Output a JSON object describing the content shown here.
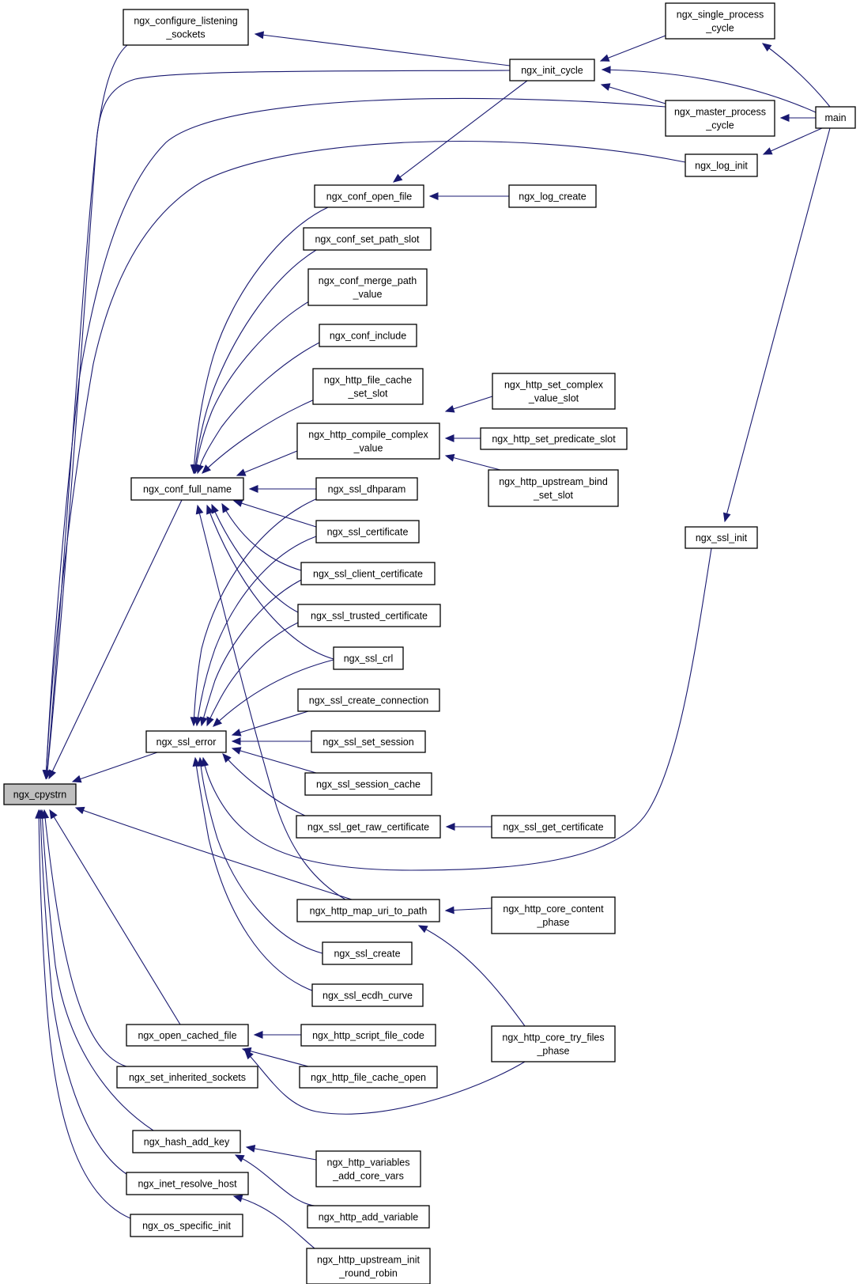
{
  "graph": {
    "colors": {
      "edge": "#191970",
      "node_fill": "#ffffff",
      "root_fill": "#bfbfbf",
      "border": "#000000"
    },
    "nodes": [
      {
        "id": "ngx_cpystrn",
        "lines": [
          "ngx_cpystrn"
        ],
        "root": true
      },
      {
        "id": "ngx_configure_listening_sockets",
        "lines": [
          "ngx_configure_listening",
          "_sockets"
        ]
      },
      {
        "id": "ngx_init_cycle",
        "lines": [
          "ngx_init_cycle"
        ]
      },
      {
        "id": "ngx_single_process_cycle",
        "lines": [
          "ngx_single_process",
          "_cycle"
        ]
      },
      {
        "id": "ngx_master_process_cycle",
        "lines": [
          "ngx_master_process",
          "_cycle"
        ]
      },
      {
        "id": "main",
        "lines": [
          "main"
        ]
      },
      {
        "id": "ngx_log_init",
        "lines": [
          "ngx_log_init"
        ]
      },
      {
        "id": "ngx_conf_open_file",
        "lines": [
          "ngx_conf_open_file"
        ]
      },
      {
        "id": "ngx_log_create",
        "lines": [
          "ngx_log_create"
        ]
      },
      {
        "id": "ngx_conf_set_path_slot",
        "lines": [
          "ngx_conf_set_path_slot"
        ]
      },
      {
        "id": "ngx_conf_merge_path_value",
        "lines": [
          "ngx_conf_merge_path",
          "_value"
        ]
      },
      {
        "id": "ngx_conf_include",
        "lines": [
          "ngx_conf_include"
        ]
      },
      {
        "id": "ngx_http_file_cache_set_slot",
        "lines": [
          "ngx_http_file_cache",
          "_set_slot"
        ]
      },
      {
        "id": "ngx_http_set_complex_value_slot",
        "lines": [
          "ngx_http_set_complex",
          "_value_slot"
        ]
      },
      {
        "id": "ngx_http_compile_complex_value",
        "lines": [
          "ngx_http_compile_complex",
          "_value"
        ]
      },
      {
        "id": "ngx_http_set_predicate_slot",
        "lines": [
          "ngx_http_set_predicate_slot"
        ]
      },
      {
        "id": "ngx_http_upstream_bind_set_slot",
        "lines": [
          "ngx_http_upstream_bind",
          "_set_slot"
        ]
      },
      {
        "id": "ngx_conf_full_name",
        "lines": [
          "ngx_conf_full_name"
        ]
      },
      {
        "id": "ngx_ssl_dhparam",
        "lines": [
          "ngx_ssl_dhparam"
        ]
      },
      {
        "id": "ngx_ssl_certificate",
        "lines": [
          "ngx_ssl_certificate"
        ]
      },
      {
        "id": "ngx_ssl_init",
        "lines": [
          "ngx_ssl_init"
        ]
      },
      {
        "id": "ngx_ssl_client_certificate",
        "lines": [
          "ngx_ssl_client_certificate"
        ]
      },
      {
        "id": "ngx_ssl_trusted_certificate",
        "lines": [
          "ngx_ssl_trusted_certificate"
        ]
      },
      {
        "id": "ngx_ssl_crl",
        "lines": [
          "ngx_ssl_crl"
        ]
      },
      {
        "id": "ngx_ssl_create_connection",
        "lines": [
          "ngx_ssl_create_connection"
        ]
      },
      {
        "id": "ngx_ssl_error",
        "lines": [
          "ngx_ssl_error"
        ]
      },
      {
        "id": "ngx_ssl_set_session",
        "lines": [
          "ngx_ssl_set_session"
        ]
      },
      {
        "id": "ngx_ssl_session_cache",
        "lines": [
          "ngx_ssl_session_cache"
        ]
      },
      {
        "id": "ngx_ssl_get_raw_certificate",
        "lines": [
          "ngx_ssl_get_raw_certificate"
        ]
      },
      {
        "id": "ngx_ssl_get_certificate",
        "lines": [
          "ngx_ssl_get_certificate"
        ]
      },
      {
        "id": "ngx_http_map_uri_to_path",
        "lines": [
          "ngx_http_map_uri_to_path"
        ]
      },
      {
        "id": "ngx_http_core_content_phase",
        "lines": [
          "ngx_http_core_content",
          "_phase"
        ]
      },
      {
        "id": "ngx_ssl_create",
        "lines": [
          "ngx_ssl_create"
        ]
      },
      {
        "id": "ngx_ssl_ecdh_curve",
        "lines": [
          "ngx_ssl_ecdh_curve"
        ]
      },
      {
        "id": "ngx_open_cached_file",
        "lines": [
          "ngx_open_cached_file"
        ]
      },
      {
        "id": "ngx_http_script_file_code",
        "lines": [
          "ngx_http_script_file_code"
        ]
      },
      {
        "id": "ngx_http_core_try_files_phase",
        "lines": [
          "ngx_http_core_try_files",
          "_phase"
        ]
      },
      {
        "id": "ngx_set_inherited_sockets",
        "lines": [
          "ngx_set_inherited_sockets"
        ]
      },
      {
        "id": "ngx_http_file_cache_open",
        "lines": [
          "ngx_http_file_cache_open"
        ]
      },
      {
        "id": "ngx_hash_add_key",
        "lines": [
          "ngx_hash_add_key"
        ]
      },
      {
        "id": "ngx_http_variables_add_core_vars",
        "lines": [
          "ngx_http_variables",
          "_add_core_vars"
        ]
      },
      {
        "id": "ngx_inet_resolve_host",
        "lines": [
          "ngx_inet_resolve_host"
        ]
      },
      {
        "id": "ngx_http_add_variable",
        "lines": [
          "ngx_http_add_variable"
        ]
      },
      {
        "id": "ngx_os_specific_init",
        "lines": [
          "ngx_os_specific_init"
        ]
      },
      {
        "id": "ngx_http_upstream_init_round_robin",
        "lines": [
          "ngx_http_upstream_init",
          "_round_robin"
        ]
      }
    ],
    "edges": [
      {
        "from": "ngx_configure_listening_sockets",
        "to": "ngx_cpystrn"
      },
      {
        "from": "ngx_init_cycle",
        "to": "ngx_cpystrn"
      },
      {
        "from": "ngx_master_process_cycle",
        "to": "ngx_cpystrn"
      },
      {
        "from": "ngx_log_init",
        "to": "ngx_cpystrn"
      },
      {
        "from": "ngx_conf_full_name",
        "to": "ngx_cpystrn"
      },
      {
        "from": "ngx_ssl_error",
        "to": "ngx_cpystrn"
      },
      {
        "from": "ngx_http_map_uri_to_path",
        "to": "ngx_cpystrn"
      },
      {
        "from": "ngx_open_cached_file",
        "to": "ngx_cpystrn"
      },
      {
        "from": "ngx_set_inherited_sockets",
        "to": "ngx_cpystrn"
      },
      {
        "from": "ngx_hash_add_key",
        "to": "ngx_cpystrn"
      },
      {
        "from": "ngx_inet_resolve_host",
        "to": "ngx_cpystrn"
      },
      {
        "from": "ngx_os_specific_init",
        "to": "ngx_cpystrn"
      },
      {
        "from": "ngx_init_cycle",
        "to": "ngx_configure_listening_sockets"
      },
      {
        "from": "ngx_single_process_cycle",
        "to": "ngx_init_cycle"
      },
      {
        "from": "ngx_master_process_cycle",
        "to": "ngx_init_cycle"
      },
      {
        "from": "main",
        "to": "ngx_init_cycle"
      },
      {
        "from": "main",
        "to": "ngx_single_process_cycle"
      },
      {
        "from": "main",
        "to": "ngx_master_process_cycle"
      },
      {
        "from": "main",
        "to": "ngx_log_init"
      },
      {
        "from": "main",
        "to": "ngx_ssl_init"
      },
      {
        "from": "ngx_init_cycle",
        "to": "ngx_conf_open_file"
      },
      {
        "from": "ngx_log_create",
        "to": "ngx_conf_open_file"
      },
      {
        "from": "ngx_conf_open_file",
        "to": "ngx_conf_full_name"
      },
      {
        "from": "ngx_conf_set_path_slot",
        "to": "ngx_conf_full_name"
      },
      {
        "from": "ngx_conf_merge_path_value",
        "to": "ngx_conf_full_name"
      },
      {
        "from": "ngx_conf_include",
        "to": "ngx_conf_full_name"
      },
      {
        "from": "ngx_http_file_cache_set_slot",
        "to": "ngx_conf_full_name"
      },
      {
        "from": "ngx_http_compile_complex_value",
        "to": "ngx_conf_full_name"
      },
      {
        "from": "ngx_ssl_dhparam",
        "to": "ngx_conf_full_name"
      },
      {
        "from": "ngx_ssl_certificate",
        "to": "ngx_conf_full_name"
      },
      {
        "from": "ngx_ssl_client_certificate",
        "to": "ngx_conf_full_name"
      },
      {
        "from": "ngx_ssl_trusted_certificate",
        "to": "ngx_conf_full_name"
      },
      {
        "from": "ngx_ssl_crl",
        "to": "ngx_conf_full_name"
      },
      {
        "from": "ngx_http_map_uri_to_path",
        "to": "ngx_conf_full_name"
      },
      {
        "from": "ngx_http_set_complex_value_slot",
        "to": "ngx_http_compile_complex_value"
      },
      {
        "from": "ngx_http_set_predicate_slot",
        "to": "ngx_http_compile_complex_value"
      },
      {
        "from": "ngx_http_upstream_bind_set_slot",
        "to": "ngx_http_compile_complex_value"
      },
      {
        "from": "ngx_ssl_dhparam",
        "to": "ngx_ssl_error"
      },
      {
        "from": "ngx_ssl_certificate",
        "to": "ngx_ssl_error"
      },
      {
        "from": "ngx_ssl_client_certificate",
        "to": "ngx_ssl_error"
      },
      {
        "from": "ngx_ssl_trusted_certificate",
        "to": "ngx_ssl_error"
      },
      {
        "from": "ngx_ssl_crl",
        "to": "ngx_ssl_error"
      },
      {
        "from": "ngx_ssl_create_connection",
        "to": "ngx_ssl_error"
      },
      {
        "from": "ngx_ssl_set_session",
        "to": "ngx_ssl_error"
      },
      {
        "from": "ngx_ssl_session_cache",
        "to": "ngx_ssl_error"
      },
      {
        "from": "ngx_ssl_get_raw_certificate",
        "to": "ngx_ssl_error"
      },
      {
        "from": "ngx_ssl_init",
        "to": "ngx_ssl_error"
      },
      {
        "from": "ngx_ssl_create",
        "to": "ngx_ssl_error"
      },
      {
        "from": "ngx_ssl_ecdh_curve",
        "to": "ngx_ssl_error"
      },
      {
        "from": "ngx_ssl_get_certificate",
        "to": "ngx_ssl_get_raw_certificate"
      },
      {
        "from": "ngx_http_core_content_phase",
        "to": "ngx_http_map_uri_to_path"
      },
      {
        "from": "ngx_http_core_try_files_phase",
        "to": "ngx_http_map_uri_to_path"
      },
      {
        "from": "ngx_http_script_file_code",
        "to": "ngx_open_cached_file"
      },
      {
        "from": "ngx_http_file_cache_open",
        "to": "ngx_open_cached_file"
      },
      {
        "from": "ngx_http_core_try_files_phase",
        "to": "ngx_open_cached_file"
      },
      {
        "from": "ngx_http_variables_add_core_vars",
        "to": "ngx_hash_add_key"
      },
      {
        "from": "ngx_http_add_variable",
        "to": "ngx_hash_add_key"
      },
      {
        "from": "ngx_http_upstream_init_round_robin",
        "to": "ngx_inet_resolve_host"
      }
    ]
  }
}
